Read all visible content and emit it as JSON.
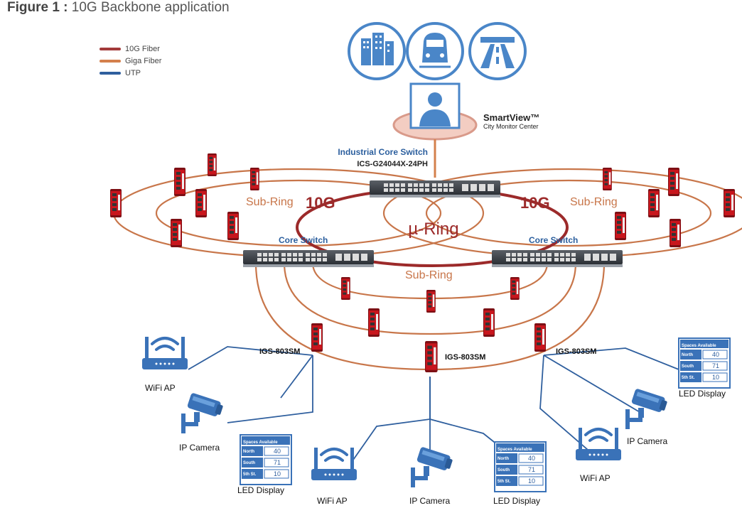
{
  "figure": {
    "label": "Figure 1 :",
    "title": "10G Backbone application"
  },
  "legend": [
    {
      "label": "10G Fiber",
      "color": "#a33a3a"
    },
    {
      "label": "Giga Fiber",
      "color": "#d4804c"
    },
    {
      "label": "UTP",
      "color": "#2f5f9e"
    }
  ],
  "smartview": {
    "name": "SmartView™",
    "subtitle": "City Monitor Center"
  },
  "core": {
    "role": "Industrial Core Switch",
    "model": "ICS-G24044X-24PH"
  },
  "ring": {
    "center": "µ-Ring",
    "speed_left": "10G",
    "speed_right": "10G"
  },
  "subring_labels": [
    "Sub-Ring",
    "Sub-Ring",
    "Sub-Ring"
  ],
  "core_switch_labels": [
    "Core Switch",
    "Core Switch"
  ],
  "edge_switch_labels": [
    "IGS-803SM",
    "IGS-803SM",
    "IGS-803SM"
  ],
  "devices": {
    "wifi_ap": "WiFi AP",
    "ip_camera": "IP Camera",
    "led_display": "LED Display"
  },
  "led_panel": {
    "header": "Spaces Available",
    "rows": [
      {
        "name": "North",
        "value": "40"
      },
      {
        "name": "South",
        "value": "71"
      },
      {
        "name": "5th St.",
        "value": "10"
      }
    ]
  },
  "colors": {
    "fiber10g": "#a33a3a",
    "gigafiber": "#d4804c",
    "utp": "#2f5f9e",
    "icon_blue": "#4a86c8",
    "label_blue": "#2c5f9e"
  }
}
